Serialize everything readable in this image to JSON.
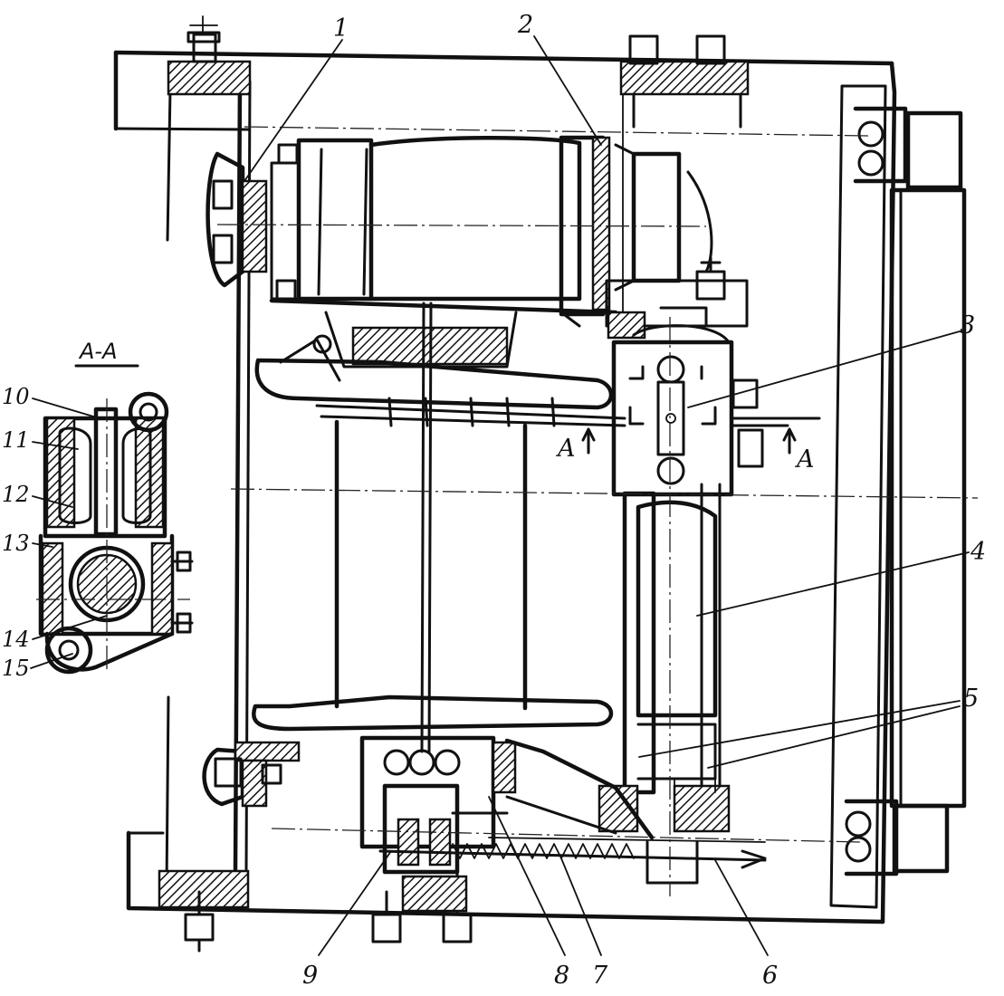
{
  "section_title": "A-A",
  "section_marker": "A",
  "callouts": [
    {
      "id": "1",
      "text": "1"
    },
    {
      "id": "2",
      "text": "2"
    },
    {
      "id": "3",
      "text": "3"
    },
    {
      "id": "4",
      "text": "4"
    },
    {
      "id": "5",
      "text": "5"
    },
    {
      "id": "6",
      "text": "6"
    },
    {
      "id": "7",
      "text": "7"
    },
    {
      "id": "8",
      "text": "8"
    },
    {
      "id": "9",
      "text": "9"
    },
    {
      "id": "10",
      "text": "10"
    },
    {
      "id": "11",
      "text": "11"
    },
    {
      "id": "12",
      "text": "12"
    },
    {
      "id": "13",
      "text": "13"
    },
    {
      "id": "14",
      "text": "14"
    },
    {
      "id": "15",
      "text": "15"
    }
  ]
}
